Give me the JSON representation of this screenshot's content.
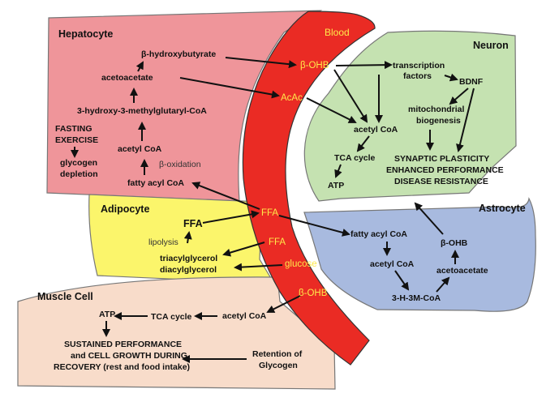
{
  "compartments": {
    "hepatocyte": "Hepatocyte",
    "blood": "Blood",
    "neuron": "Neuron",
    "adipocyte": "Adipocyte",
    "astrocyte": "Astrocyte",
    "muscle": "Muscle Cell"
  },
  "hepatocyte": {
    "bhb": "β-hydroxybutyrate",
    "acetoacetate": "acetoacetate",
    "hmgcoa": "3-hydroxy-3-methylglutaryl-CoA",
    "fasting": "FASTING",
    "exercise": "EXERCISE",
    "glycogen": "glycogen",
    "depletion": "depletion",
    "acetylcoa": "acetyl CoA",
    "betaox": "β-oxidation",
    "fattyacyl": "fatty acyl CoA"
  },
  "blood": {
    "bohb_top": "β-OHB",
    "acac": "AcAc",
    "ffa1": "FFA",
    "ffa2": "FFA",
    "glucose": "glucose",
    "bohb_bottom": "β-OHB"
  },
  "neuron": {
    "transcription1": "transcription",
    "transcription2": "factors",
    "bdnf": "BDNF",
    "mito1": "mitochondrial",
    "mito2": "biogenesis",
    "acetylcoa": "acetyl CoA",
    "tca": "TCA cycle",
    "atp": "ATP",
    "syn1": "SYNAPTIC PLASTICITY",
    "syn2": "ENHANCED PERFORMANCE",
    "syn3": "DISEASE RESISTANCE"
  },
  "adipocyte": {
    "ffa": "FFA",
    "lipolysis": "lipolysis",
    "tag": "triacylglycerol",
    "dag": "diacylglycerol"
  },
  "astrocyte": {
    "fattyacyl": "fatty acyl CoA",
    "acetylcoa": "acetyl CoA",
    "hmg": "3-H-3M-CoA",
    "acetoacetate": "acetoacetate",
    "bohb": "β-OHB"
  },
  "muscle": {
    "atp": "ATP",
    "tca": "TCA cycle",
    "acetylcoa": "acetyl CoA",
    "sus1": "SUSTAINED PERFORMANCE",
    "sus2": "and CELL GROWTH DURING",
    "sus3": "RECOVERY (rest and food intake)",
    "ret1": "Retention of",
    "ret2": "Glycogen"
  },
  "colors": {
    "hepatocyte": "#ef959a",
    "blood": "#ea2b24",
    "neuron": "#c5e2b1",
    "adipocyte": "#fbf56b",
    "astrocyte": "#a8badf",
    "muscle": "#f8dcca",
    "blood_text": "#ffe94a"
  }
}
